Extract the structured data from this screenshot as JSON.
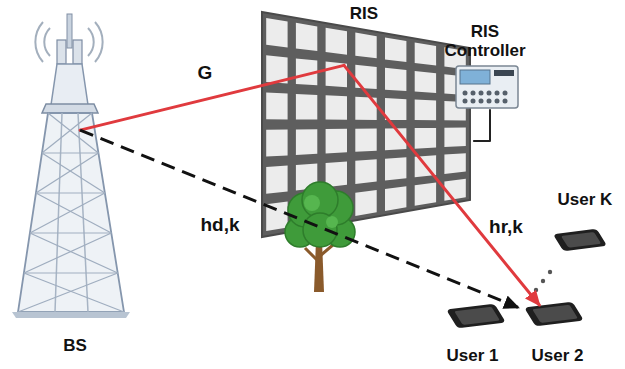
{
  "diagram": {
    "nodes": [
      {
        "text": [
          "BS"
        ]
      },
      {
        "text": [
          "RIS"
        ]
      },
      {
        "text": [
          "RIS Controller"
        ]
      },
      {
        "text": [
          "User 1"
        ]
      },
      {
        "text": [
          "User 2"
        ]
      },
      {
        "text": [
          "User K"
        ]
      }
    ],
    "edges": [
      {
        "from": 0,
        "to": 1,
        "label": "G",
        "arrow": "none"
      },
      {
        "from": 1,
        "to": 4,
        "label": "hr,k",
        "arrow": "to"
      },
      {
        "from": 0,
        "to": 4,
        "label": "hd,k",
        "arrow": "to"
      },
      {
        "from": 1,
        "to": 2,
        "arrow": "none"
      }
    ]
  }
}
